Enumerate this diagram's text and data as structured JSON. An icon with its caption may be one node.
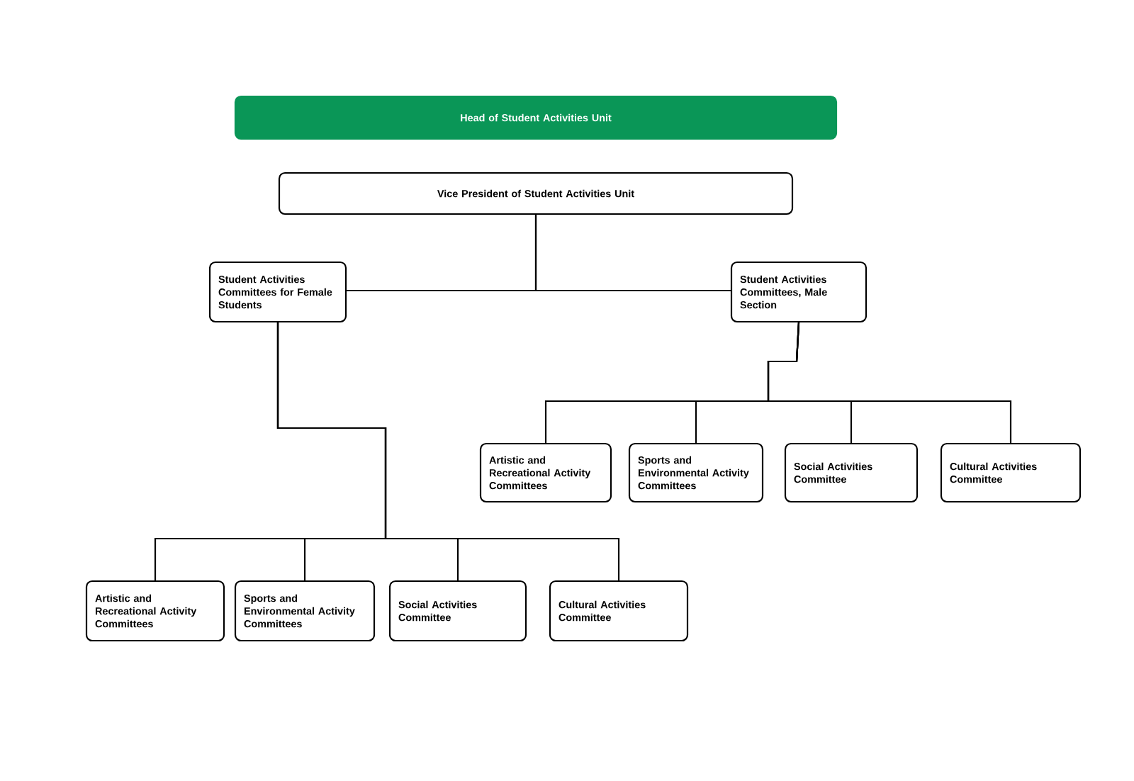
{
  "diagram": {
    "nodes": [
      {
        "text": [
          "Head of Student Activities Unit"
        ]
      },
      {
        "text": [
          "Vice President of Student Activities Unit"
        ]
      },
      {
        "text": [
          "Student Activities Committees for Female Students"
        ]
      },
      {
        "text": [
          "Student Activities Committees, Male Section"
        ]
      },
      {
        "text": [
          "Artistic and Recreational Activity Committees"
        ]
      },
      {
        "text": [
          "Sports and Environmental Activity Committees"
        ]
      },
      {
        "text": [
          "Social Activities Committee"
        ]
      },
      {
        "text": [
          "Cultural Activities Committee"
        ]
      },
      {
        "text": [
          "Artistic and Recreational Activity Committees"
        ]
      },
      {
        "text": [
          "Sports and Environmental Activity Committees"
        ]
      },
      {
        "text": [
          "Social Activities Committee"
        ]
      },
      {
        "text": [
          "Cultural Activities Committee"
        ]
      }
    ],
    "edges": [
      {
        "from": 1,
        "to": 2,
        "arrow": "none"
      },
      {
        "from": 1,
        "to": 3,
        "arrow": "none"
      },
      {
        "from": 3,
        "to": 4,
        "arrow": "none"
      },
      {
        "from": 3,
        "to": 5,
        "arrow": "none"
      },
      {
        "from": 3,
        "to": 6,
        "arrow": "none"
      },
      {
        "from": 3,
        "to": 7,
        "arrow": "none"
      },
      {
        "from": 2,
        "to": 8,
        "arrow": "none"
      },
      {
        "from": 2,
        "to": 9,
        "arrow": "none"
      },
      {
        "from": 2,
        "to": 10,
        "arrow": "none"
      },
      {
        "from": 2,
        "to": 11,
        "arrow": "none"
      }
    ]
  }
}
